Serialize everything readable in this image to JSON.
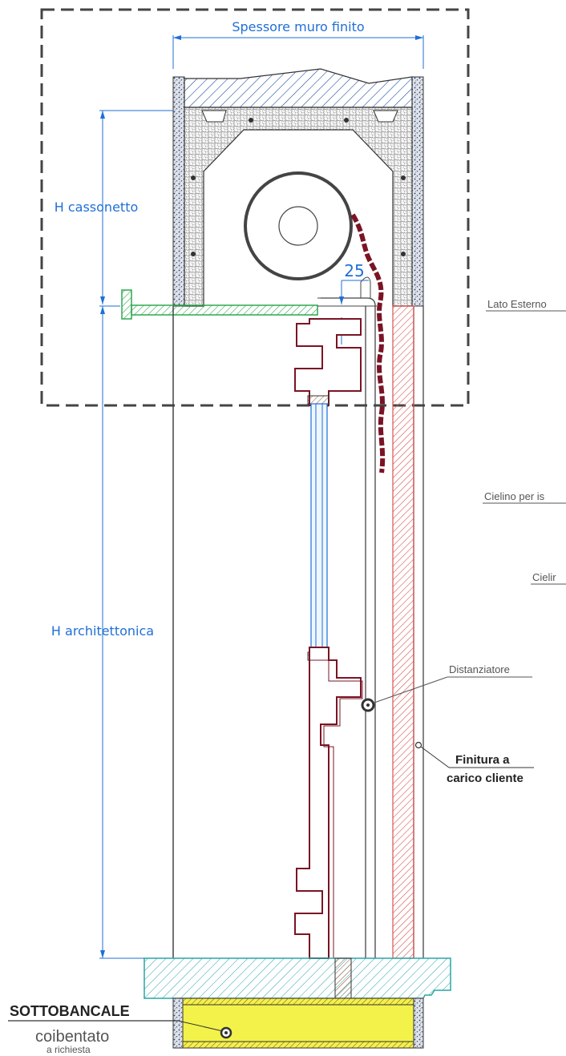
{
  "dimensions": {
    "wall_thickness": "Spessore muro finito",
    "h_box": "H cassonetto",
    "h_arch": "H architettonica",
    "gap": "25"
  },
  "labels": {
    "lato_esterno": "Lato Esterno",
    "cielino_1": "Cielino per is",
    "cielino_2": "Cielir",
    "distanziatore": "Distanziatore",
    "finitura_line1": "Finitura a",
    "finitura_line2": "carico cliente",
    "sottobancale": "SOTTOBANCALE",
    "coibentato": "coibentato",
    "a_richiesta": "a richiesta"
  },
  "colors": {
    "dimension": "#1f6fd6",
    "frame": "#7a1424",
    "plate": "#2ea84f",
    "sill": "#2aa5a5",
    "insulation": "#f2f24a",
    "wood_hatch": "#d9534f",
    "dashed_box": "#444444"
  }
}
